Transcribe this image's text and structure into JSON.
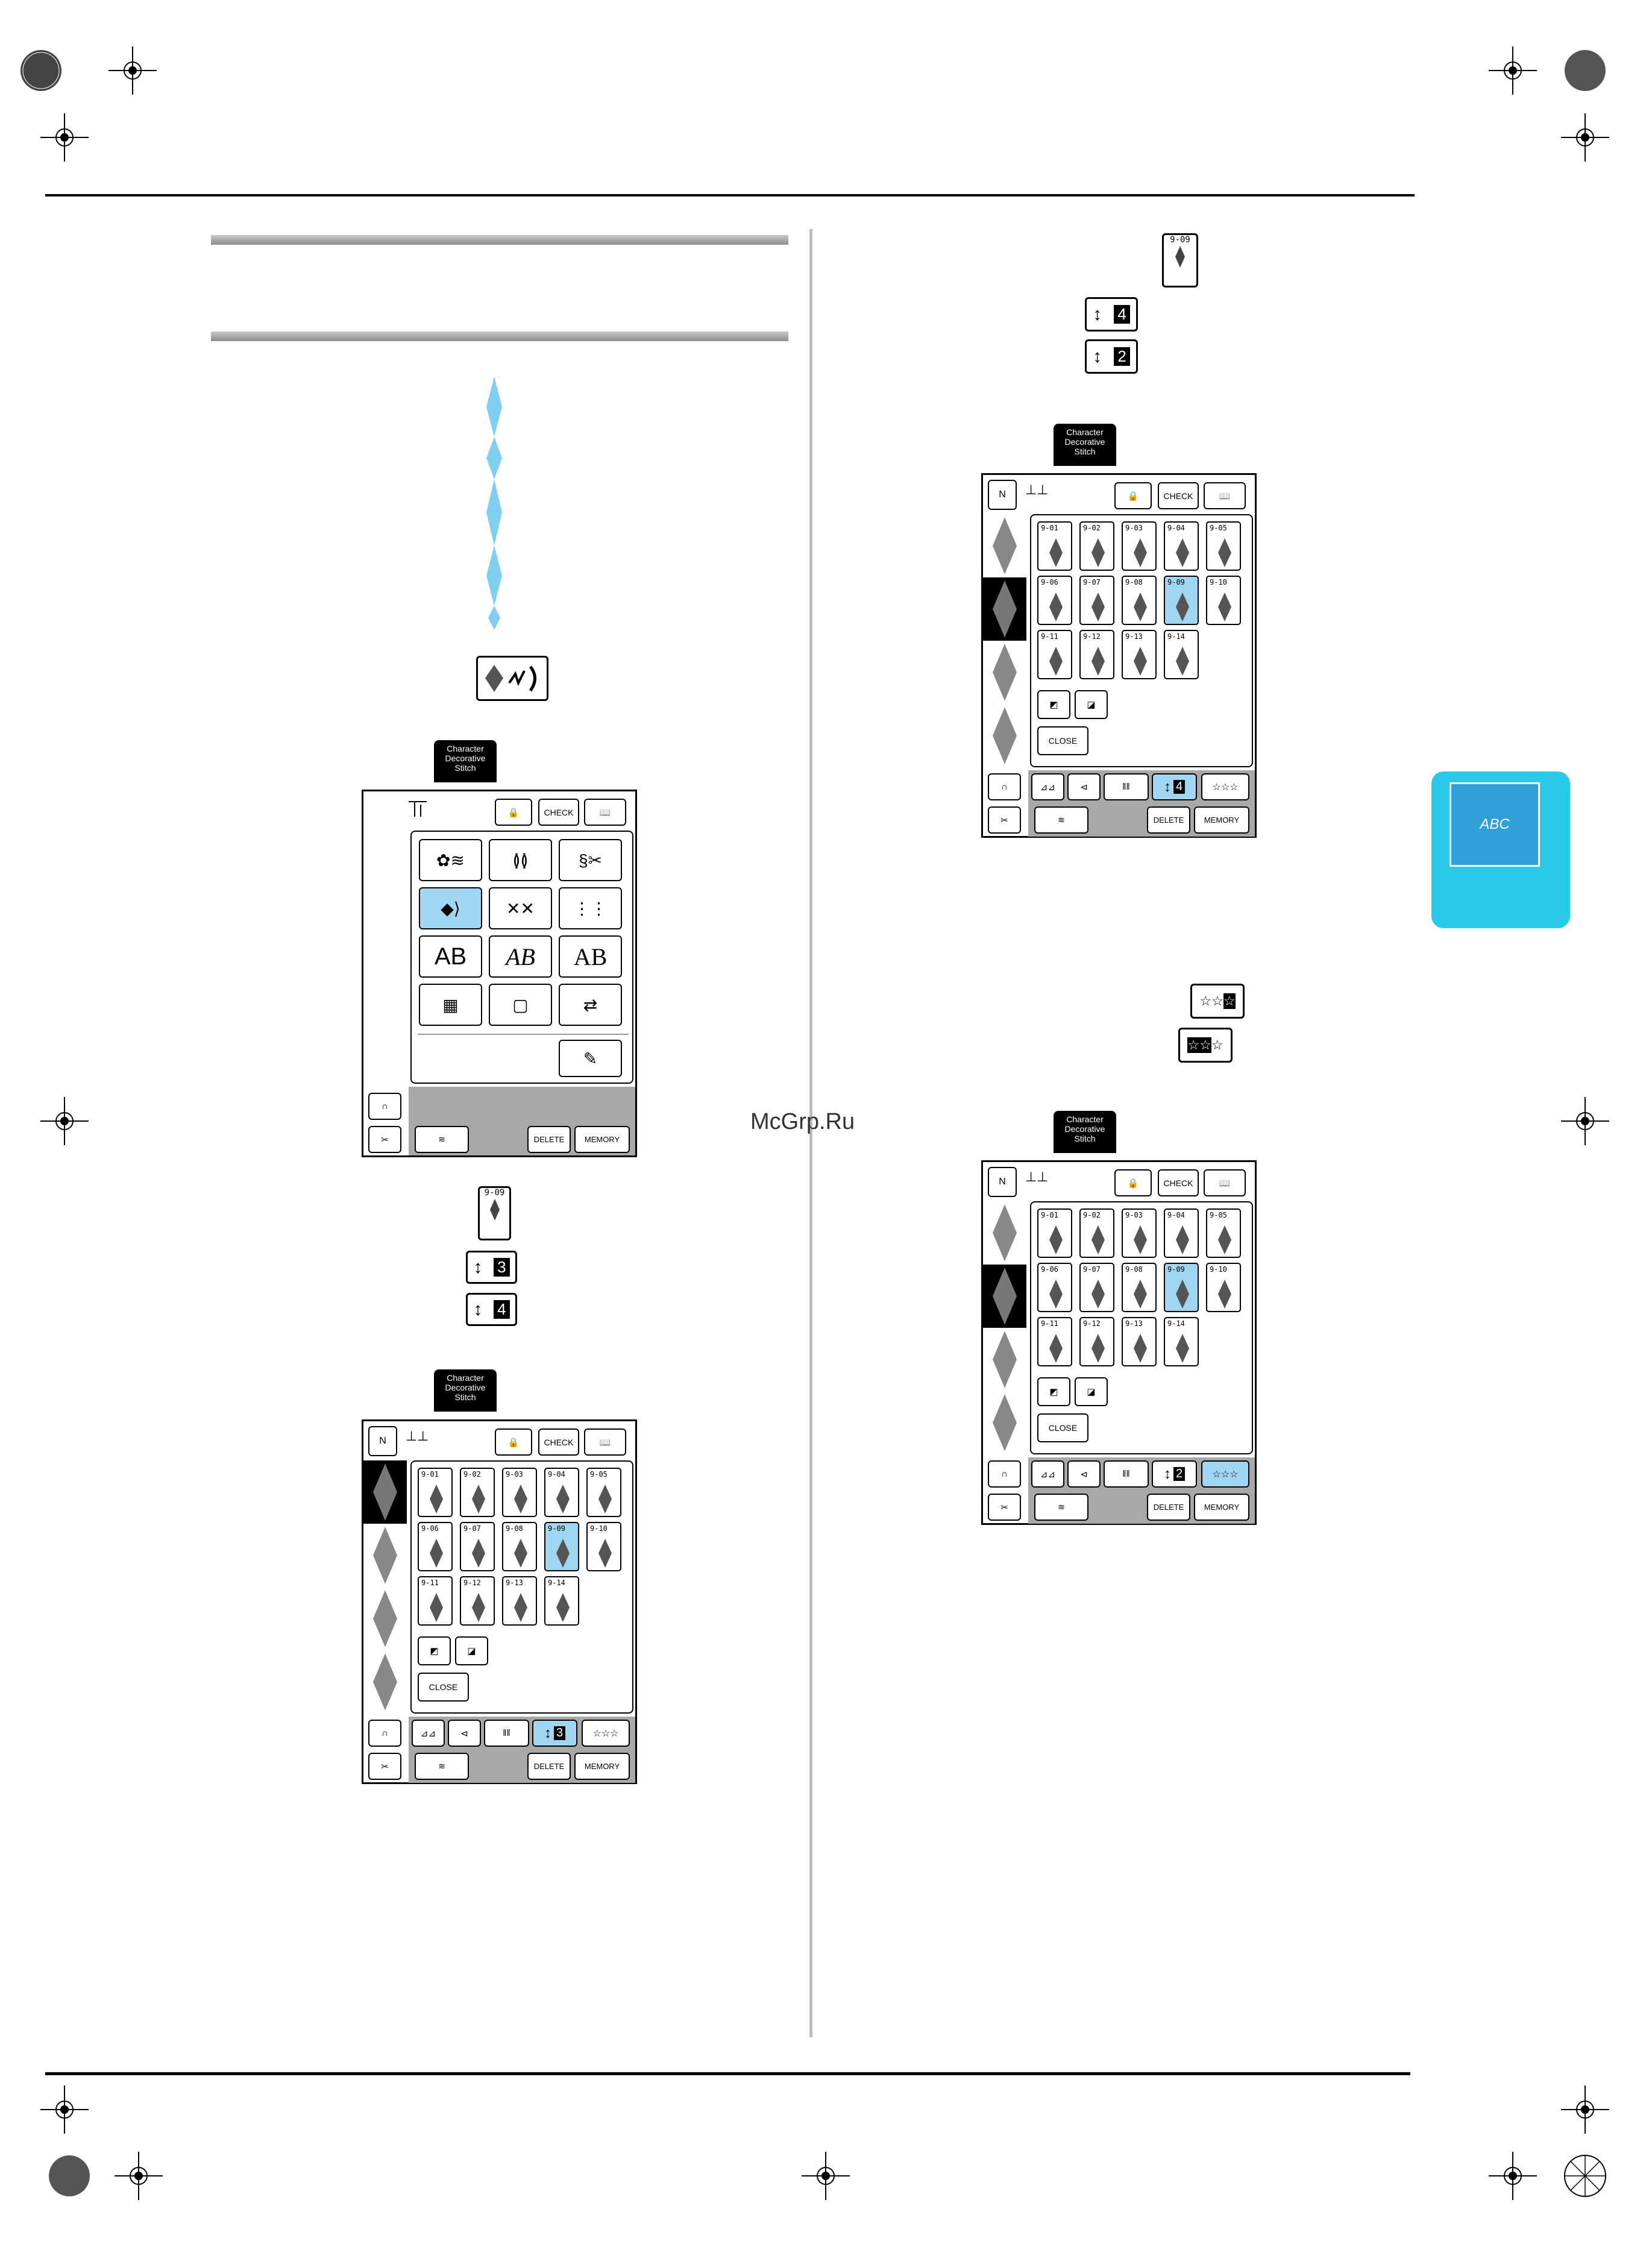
{
  "watermark": "McGrp.Ru",
  "tab_label": [
    "Character",
    "Decorative",
    "Stitch"
  ],
  "buttons": {
    "check": "CHECK",
    "delete": "DELETE",
    "memory": "MEMORY",
    "close": "CLOSE"
  },
  "sample_icon_numbers": {
    "top_left": "9-09",
    "top_right": "9-09"
  },
  "size_badges": {
    "left_a": "3",
    "left_b": "4",
    "right_a": "4",
    "right_b": "2",
    "screen2_size": "3",
    "screen3_size": "4",
    "screen4_size": "2"
  },
  "stitch_codes": [
    "9-01",
    "9-02",
    "9-03",
    "9-04",
    "9-05",
    "9-06",
    "9-07",
    "9-08",
    "9-09",
    "9-10",
    "9-11",
    "9-12",
    "9-13",
    "9-14"
  ],
  "selected_stitch": "9-09",
  "category_labels": {
    "abc1": "AB",
    "abc2": "AB",
    "abc3": "AB"
  },
  "thumb_tab_text": "ABC",
  "colors": {
    "accent_blue": "#9fd6f2",
    "stitch_blue": "#7fd0f0",
    "thumb_tab": "#29c9e8"
  }
}
